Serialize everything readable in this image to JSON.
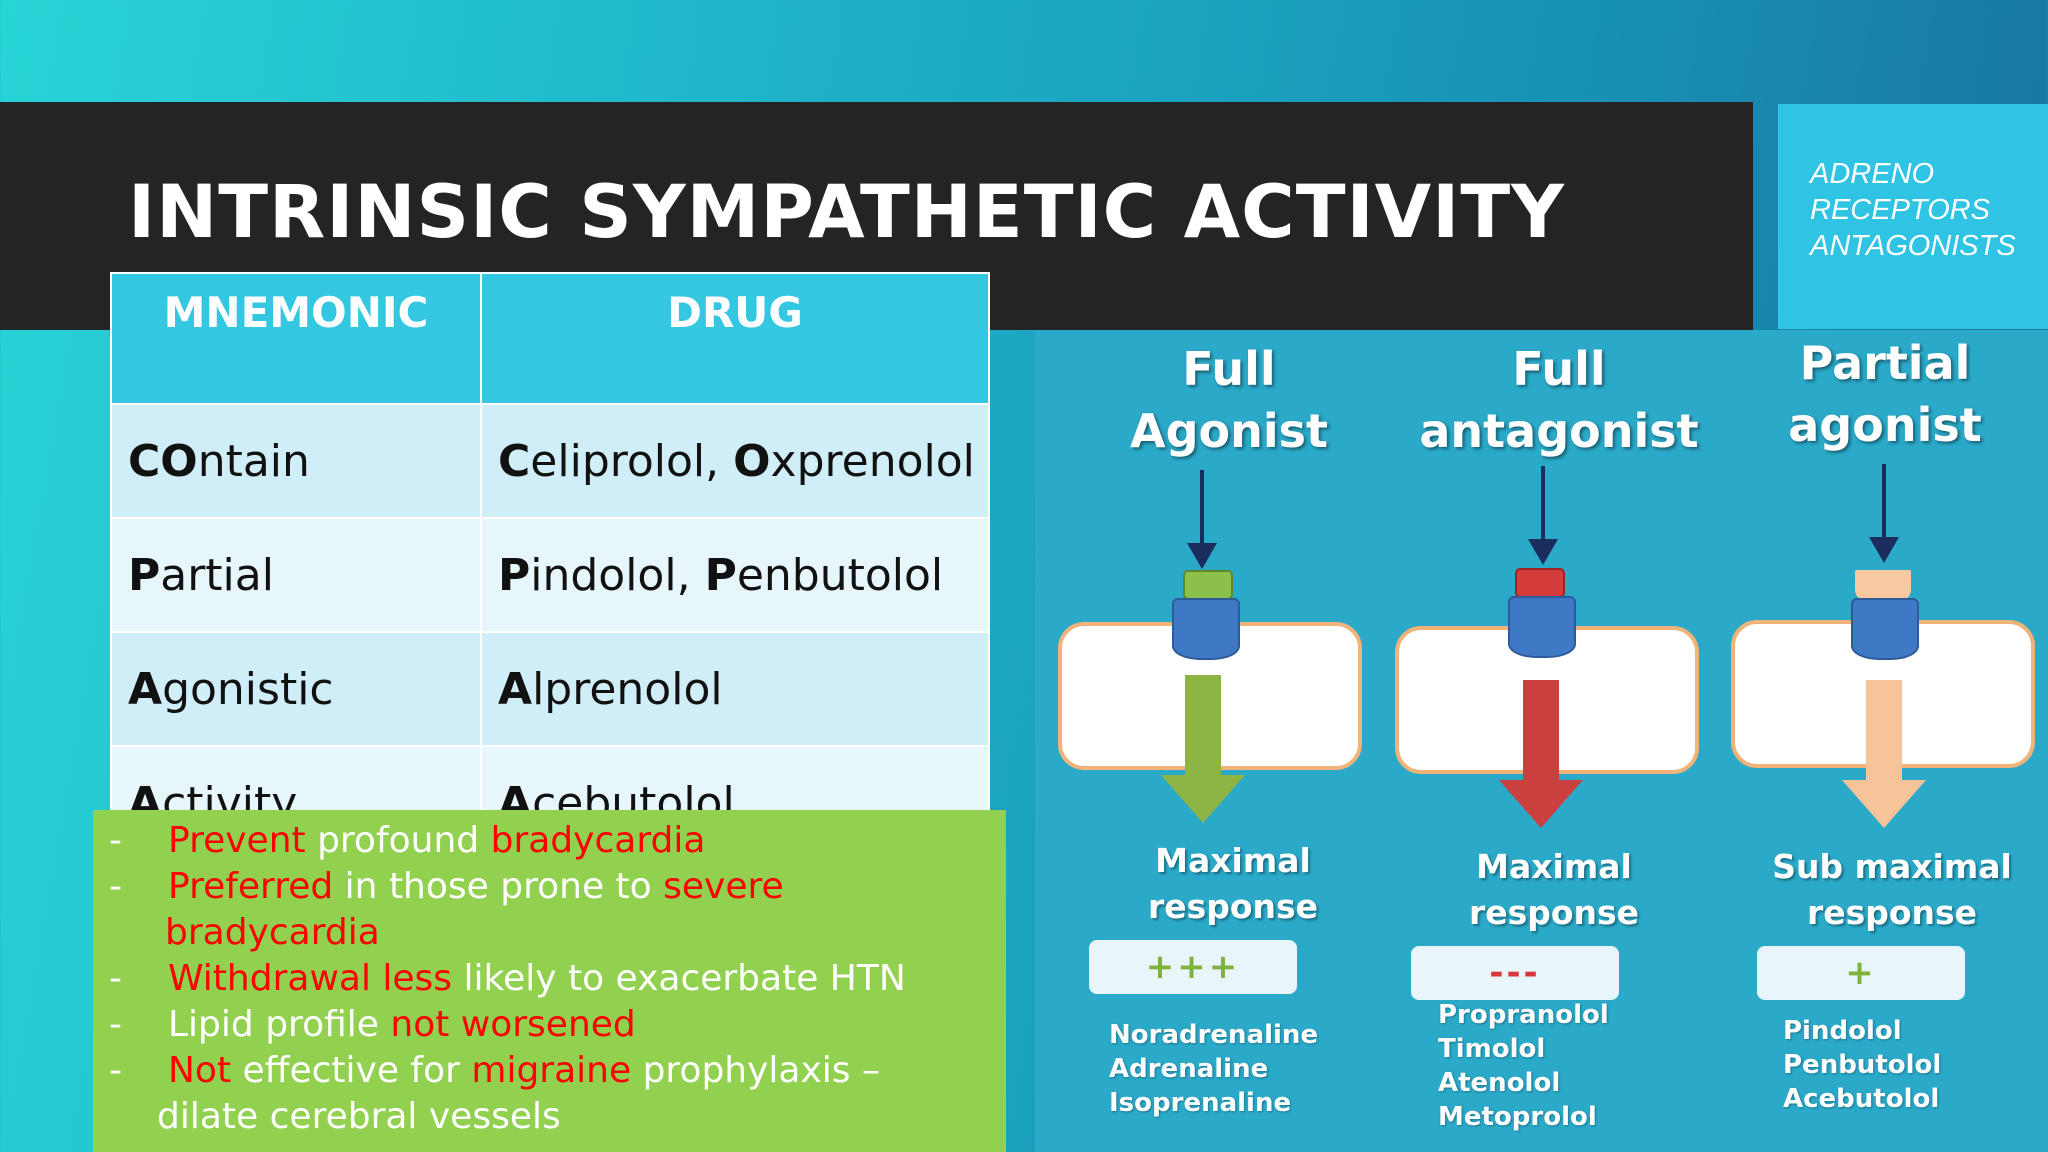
{
  "slide": {
    "title": "INTRINSIC SYMPATHETIC ACTIVITY",
    "section_tag": [
      "ADRENO",
      "RECEPTORS",
      "ANTAGONISTS"
    ]
  },
  "table": {
    "headers": [
      "MNEMONIC",
      "DRUG"
    ],
    "rows": [
      {
        "mnemonic": {
          "bold": "CO",
          "rest": "ntain"
        },
        "drug": [
          {
            "bold": "C",
            "rest": "eliprolol, "
          },
          {
            "bold": "O",
            "rest": "xprenolol"
          }
        ]
      },
      {
        "mnemonic": {
          "bold": "P",
          "rest": "artial"
        },
        "drug": [
          {
            "bold": "P",
            "rest": "indolol, "
          },
          {
            "bold": "P",
            "rest": "enbutolol"
          }
        ]
      },
      {
        "mnemonic": {
          "bold": "A",
          "rest": "gonistic"
        },
        "drug": [
          {
            "bold": "A",
            "rest": "lprenolol"
          }
        ]
      },
      {
        "mnemonic": {
          "bold": "A",
          "rest": "ctivity"
        },
        "drug": [
          {
            "bold": "A",
            "rest": "cebutolol"
          }
        ]
      }
    ]
  },
  "notes": [
    {
      "dash": "-",
      "parts": [
        {
          "t": "Prevent",
          "red": true
        },
        {
          "t": " profound "
        },
        {
          "t": "bradycardia",
          "red": true
        }
      ]
    },
    {
      "dash": "-",
      "parts": [
        {
          "t": "Preferred",
          "red": true
        },
        {
          "t": " in those prone to "
        },
        {
          "t": "severe",
          "red": true
        }
      ]
    },
    {
      "dash": "",
      "parts": [
        {
          "t": "bradycardia",
          "red": true
        }
      ]
    },
    {
      "dash": "-",
      "parts": [
        {
          "t": "Withdrawal less",
          "red": true
        },
        {
          "t": " likely to exacerbate HTN"
        }
      ]
    },
    {
      "dash": "-",
      "parts": [
        {
          "t": "Lipid profile "
        },
        {
          "t": "not worsened",
          "red": true
        }
      ]
    },
    {
      "dash": "-",
      "parts": [
        {
          "t": "Not",
          "red": true
        },
        {
          "t": " effective for "
        },
        {
          "t": "migraine",
          "red": true
        },
        {
          "t": " prophylaxis –"
        }
      ]
    },
    {
      "dash": "",
      "parts": [
        {
          "t": "dilate cerebral vessels"
        }
      ]
    }
  ],
  "diagram": {
    "columns": [
      {
        "heading": [
          "Full",
          "Agonist"
        ],
        "response": [
          "Maximal",
          "response"
        ],
        "symbol": "+++",
        "symbol_color": "#7fb23a",
        "ligand_color": "#8cc04a",
        "arrow_color": "#8db543",
        "drugs": [
          "Noradrenaline",
          "Adrenaline",
          "Isoprenaline"
        ]
      },
      {
        "heading": [
          "Full",
          "antagonist"
        ],
        "response": [
          "Maximal",
          "response"
        ],
        "symbol": "---",
        "symbol_color": "#d9353a",
        "ligand_color": "#d63b3b",
        "arrow_color": "#c9403f",
        "drugs": [
          "Propranolol",
          "Timolol",
          "Atenolol",
          "Metoprolol"
        ]
      },
      {
        "heading": [
          "Partial",
          "agonist"
        ],
        "response": [
          "Sub maximal",
          "response"
        ],
        "symbol": "+",
        "symbol_color": "#7fb23a",
        "ligand_color": "#f8c9a0",
        "arrow_color": "#f7c49a",
        "drugs": [
          "Pindolol",
          "Penbutolol",
          "Acebutolol"
        ]
      }
    ]
  }
}
